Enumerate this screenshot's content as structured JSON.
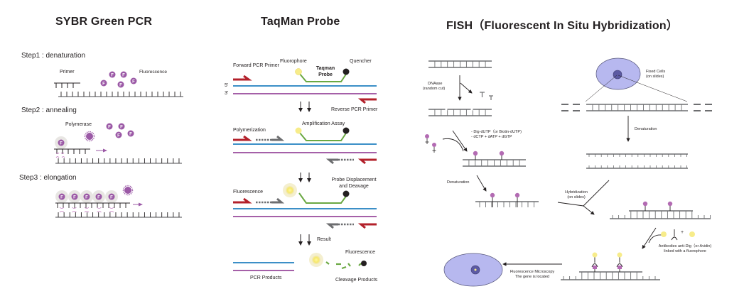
{
  "sybr": {
    "title": "SYBR Green PCR",
    "steps": [
      {
        "label": "Step1 : denaturation"
      },
      {
        "label": "Step2 : annealing"
      },
      {
        "label": "Step3 : elongation"
      }
    ],
    "labels": {
      "primer": "Primer",
      "fluorescence": "Fluorescence",
      "polymerase": "Polymerase",
      "fluor_glyph": "F"
    }
  },
  "taqman": {
    "title": "TaqMan Probe",
    "labels": {
      "forward_primer": "Forward PCR Primer",
      "fluorophore": "Fluorophore",
      "probe_line1": "Taqman",
      "probe_line2": "Probe",
      "quencher": "Quencher",
      "five_prime": "5'",
      "three_prime": "3'",
      "reverse_primer": "Reverse PCR Primer",
      "polymerization": "Polymerization",
      "amplification": "Amplification Assay",
      "fluorescence": "Fluorescence",
      "displacement_line1": "Probe Displacement",
      "displacement_line2": "and Deavage",
      "result": "Result",
      "fluorescence_result": "Fluorescence",
      "pcr_products": "PCR Products",
      "cleavage_products": "Cleavage Products"
    }
  },
  "fish": {
    "title": "FISH（Fluorescent In Situ Hybridization）",
    "labels": {
      "dnase_line1": "DNAase",
      "dnase_line2": "(random cut)",
      "dig_line1": "- Dig-dUTP（or Biotin-dUTP)",
      "dig_line2": "- dCTP + dATP + dGTP",
      "denaturation_left": "Denaturation",
      "fixed_cells_line1": "Fixed Cells",
      "fixed_cells_line2": "(on slides)",
      "denaturation_right": "Denaturation",
      "hybridization_line1": "Hybridization",
      "hybridization_line2": "(on slides)",
      "antibodies_line1": "Antibodies anti-Dig（or Avidin)",
      "antibodies_line2": "linked with a fluorophore",
      "plus": "+",
      "microscopy_line1": "Fluorescence Microscopy",
      "microscopy_line2": "The gene is located"
    }
  },
  "colors": {
    "dna_dark": "#231f20",
    "dna_gray": "#6d6e70",
    "fluor_purple": "#9b59a6",
    "halo": "#e8e6e3",
    "strand_blue": "#3c8fc7",
    "strand_purple": "#a560a8",
    "primer_red": "#b3212b",
    "primer_gray": "#6d6e70",
    "probe_green": "#6aa842",
    "fluorophore_yellow": "#f7ec8a",
    "quencher_black": "#231f20",
    "cell_fill": "#b7b8ef",
    "nucleus_fill": "#5c5aa3",
    "label_purple": "#c27bbf"
  }
}
